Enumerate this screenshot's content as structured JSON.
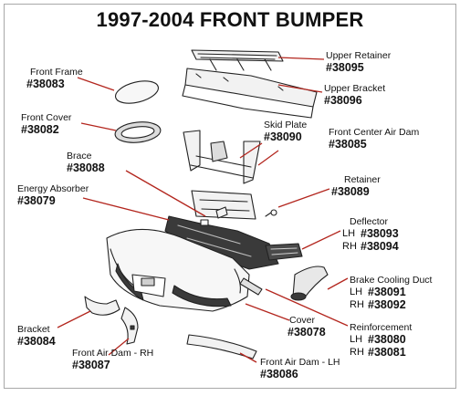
{
  "title": "1997-2004 FRONT BUMPER",
  "colors": {
    "leader": "#b3261e",
    "part_stroke": "#222222",
    "part_fill": "#f2f2f2",
    "dark_fill": "#3a3a3a"
  },
  "parts": {
    "upper_retainer": {
      "name": "Upper Retainer",
      "number": "#38095"
    },
    "front_frame": {
      "name": "Front Frame",
      "number": "#38083"
    },
    "upper_bracket": {
      "name": "Upper Bracket",
      "number": "#38096"
    },
    "front_cover": {
      "name": "Front Cover",
      "number": "#38082"
    },
    "skid_plate": {
      "name": "Skid Plate",
      "number": "#38090"
    },
    "front_center_air_dam": {
      "name": "Front Center Air Dam",
      "number": "#38085"
    },
    "brace": {
      "name": "Brace",
      "number": "#38088"
    },
    "retainer": {
      "name": "Retainer",
      "number": "#38089"
    },
    "energy_absorber": {
      "name": "Energy Absorber",
      "number": "#38079"
    },
    "deflector": {
      "name": "Deflector",
      "lh_label": "LH",
      "lh_number": "#38093",
      "rh_label": "RH",
      "rh_number": "#38094"
    },
    "brake_cooling_duct": {
      "name": "Brake Cooling Duct",
      "lh_label": "LH",
      "lh_number": "#38091",
      "rh_label": "RH",
      "rh_number": "#38092"
    },
    "bracket": {
      "name": "Bracket",
      "number": "#38084"
    },
    "cover": {
      "name": "Cover",
      "number": "#38078"
    },
    "reinforcement": {
      "name": "Reinforcement",
      "lh_label": "LH",
      "lh_number": "#38080",
      "rh_label": "RH",
      "rh_number": "#38081"
    },
    "front_air_dam_rh": {
      "name": "Front Air Dam - RH",
      "number": "#38087"
    },
    "front_air_dam_lh": {
      "name": "Front Air Dam - LH",
      "number": "#38086"
    }
  }
}
